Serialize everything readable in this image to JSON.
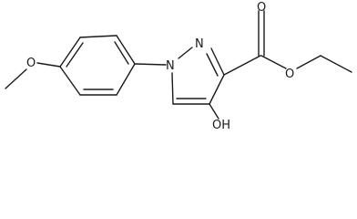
{
  "molecule": {
    "atoms": {
      "methoxy_o": "O",
      "ring_n1": "N",
      "ring_n2": "N",
      "carbonyl_o": "O",
      "ester_o": "O",
      "hydroxyl": "OH"
    }
  }
}
